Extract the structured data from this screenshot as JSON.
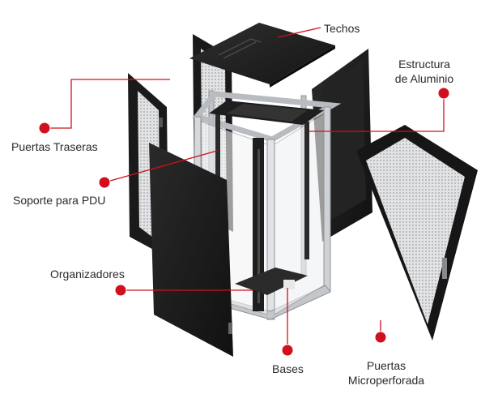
{
  "labels": {
    "techos": "Techos",
    "estructura_line1": "Estructura",
    "estructura_line2": "de Aluminio",
    "puertas_traseras": "Puertas Traseras",
    "soporte_pdu": "Soporte para PDU",
    "organizadores": "Organizadores",
    "bases": "Bases",
    "puertas_micro_line1": "Puertas",
    "puertas_micro_line2": "Microperforada"
  },
  "colors": {
    "callout_red": "#d0101c",
    "cabinet_black": "#1c1c1c",
    "frame_silver": "#c9ccd0",
    "perforated_mesh": "#d9dadc"
  }
}
